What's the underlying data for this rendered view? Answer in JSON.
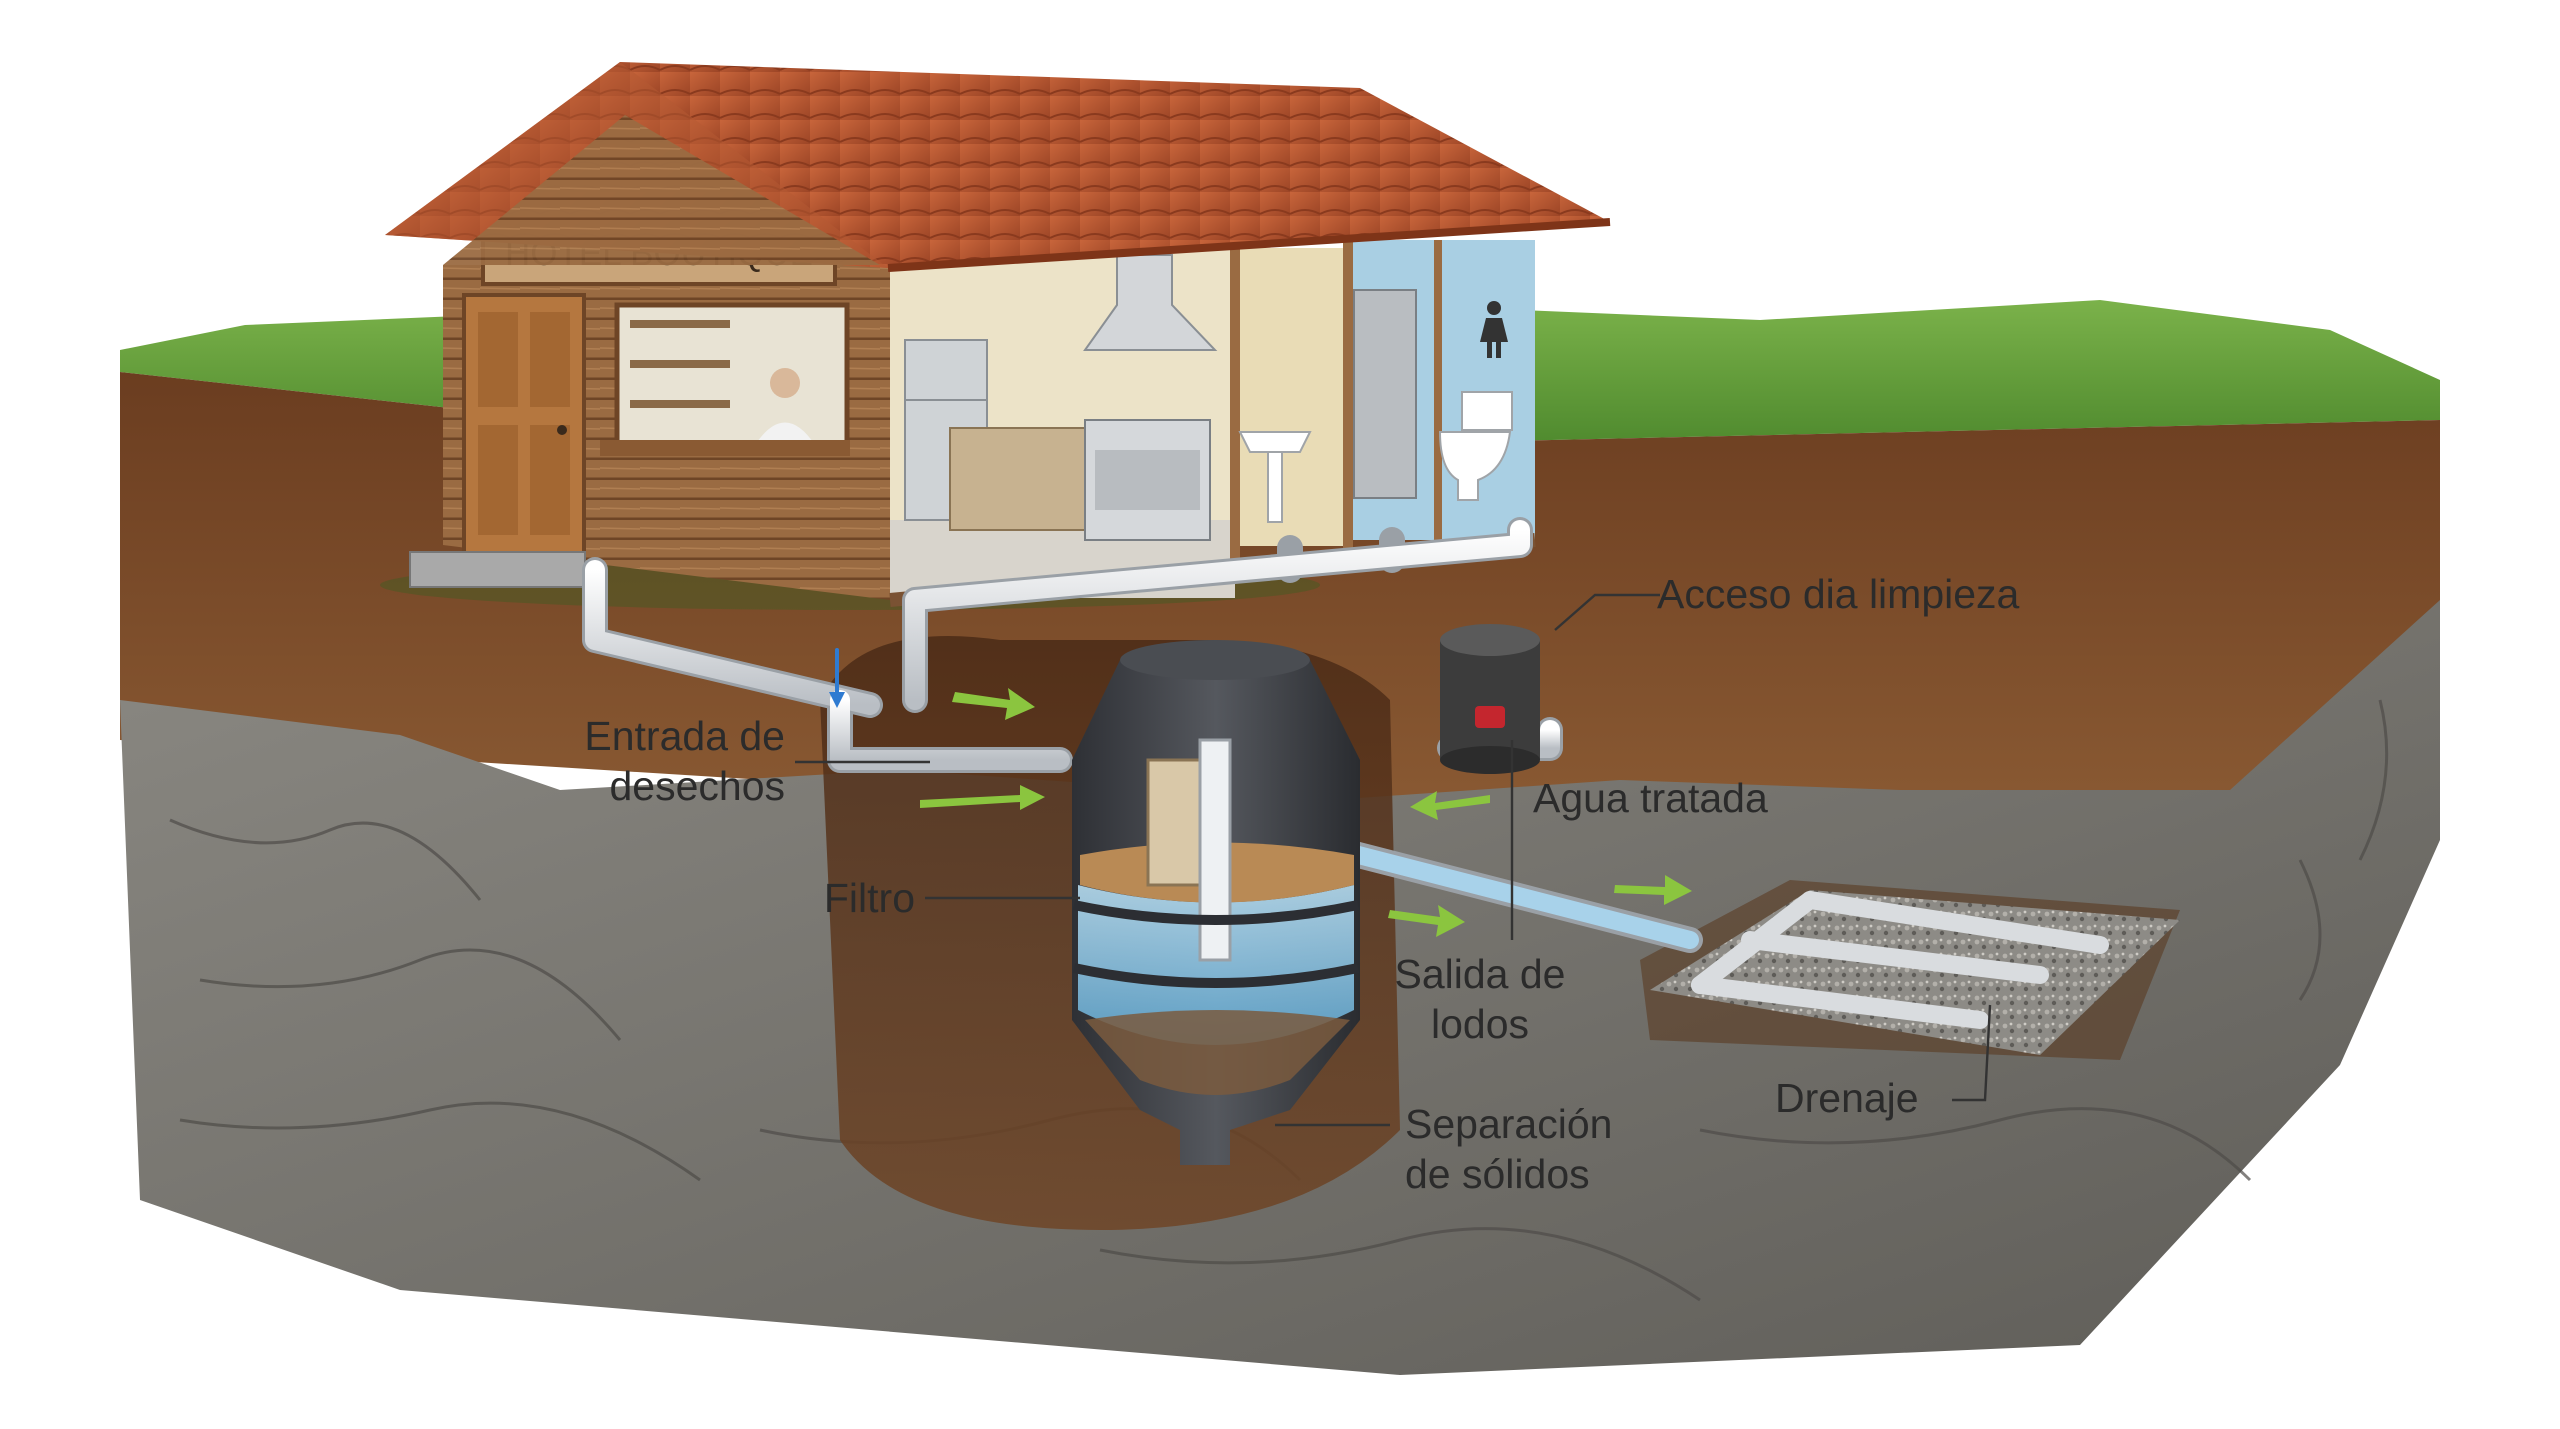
{
  "sign": "HOTEL BOUTIQUE",
  "labels": {
    "access": "Acceso dia limpieza",
    "inlet_1": "Entrada de",
    "inlet_2": "desechos",
    "treated": "Agua tratada",
    "filter": "Filtro",
    "sludge_1": "Salida de",
    "sludge_2": "lodos",
    "drain": "Drenaje",
    "solids_1": "Separación",
    "solids_2": "de sólidos"
  },
  "colors": {
    "grass": "#5f9a3a",
    "soil": "#7a4a28",
    "rock": "#7d7b76",
    "roof": "#b8552f",
    "wood": "#9a6b42",
    "pipe": "#e6e8ea",
    "water": "#8fc8e8",
    "tank": "#3a3d42",
    "arrow": "#8bc53f"
  },
  "icons": [
    "woman-restroom-icon"
  ]
}
